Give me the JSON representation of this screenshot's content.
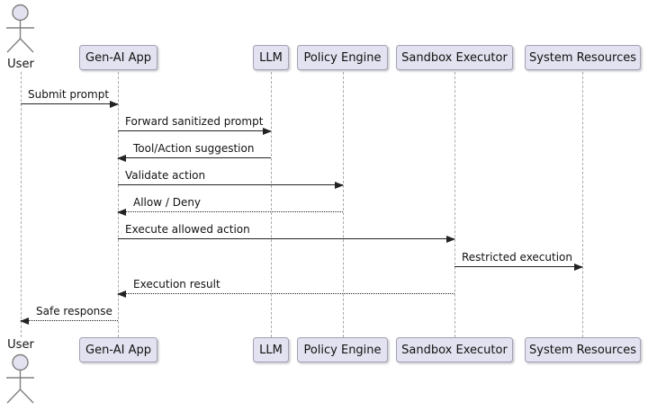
{
  "diagram_type": "uml-sequence",
  "actor": {
    "label": "User"
  },
  "participants": [
    {
      "label": "Gen-AI App"
    },
    {
      "label": "LLM"
    },
    {
      "label": "Policy Engine"
    },
    {
      "label": "Sandbox Executor"
    },
    {
      "label": "System Resources"
    }
  ],
  "messages": [
    {
      "from": "User",
      "to": "Gen-AI App",
      "label": "Submit prompt",
      "line": "solid",
      "direction": "right"
    },
    {
      "from": "Gen-AI App",
      "to": "LLM",
      "label": "Forward sanitized prompt",
      "line": "solid",
      "direction": "right"
    },
    {
      "from": "LLM",
      "to": "Gen-AI App",
      "label": "Tool/Action suggestion",
      "line": "solid",
      "direction": "left"
    },
    {
      "from": "Gen-AI App",
      "to": "Policy Engine",
      "label": "Validate action",
      "line": "solid",
      "direction": "right"
    },
    {
      "from": "Policy Engine",
      "to": "Gen-AI App",
      "label": "Allow / Deny",
      "line": "dotted",
      "direction": "left"
    },
    {
      "from": "Gen-AI App",
      "to": "Sandbox Executor",
      "label": "Execute allowed action",
      "line": "solid",
      "direction": "right"
    },
    {
      "from": "Sandbox Executor",
      "to": "System Resources",
      "label": "Restricted execution",
      "line": "solid",
      "direction": "right"
    },
    {
      "from": "Sandbox Executor",
      "to": "Gen-AI App",
      "label": "Execution result",
      "line": "dotted",
      "direction": "left"
    },
    {
      "from": "Gen-AI App",
      "to": "User",
      "label": "Safe response",
      "line": "dotted",
      "direction": "left"
    }
  ],
  "colors": {
    "background": "#FFFFFF",
    "participant_fill": "#E2E2F0",
    "participant_border": "#A2A2B4",
    "lifeline": "#A9A9A9",
    "arrow": "#232323",
    "actor_stroke": "#808080",
    "text": "#121212"
  }
}
